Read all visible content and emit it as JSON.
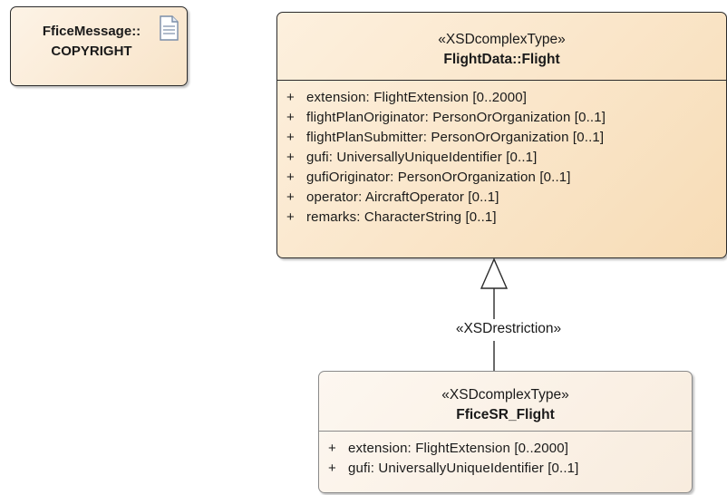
{
  "note": {
    "line1": "FficeMessage::",
    "line2": "COPYRIGHT",
    "icon": "document-note-icon"
  },
  "classes": {
    "flight": {
      "stereotype": "«XSDcomplexType»",
      "name": "FlightData::Flight",
      "attributes": [
        {
          "visibility": "+",
          "text": "extension: FlightExtension [0..2000]"
        },
        {
          "visibility": "+",
          "text": "flightPlanOriginator: PersonOrOrganization [0..1]"
        },
        {
          "visibility": "+",
          "text": "flightPlanSubmitter: PersonOrOrganization [0..1]"
        },
        {
          "visibility": "+",
          "text": "gufi: UniversallyUniqueIdentifier [0..1]"
        },
        {
          "visibility": "+",
          "text": "gufiOriginator: PersonOrOrganization [0..1]"
        },
        {
          "visibility": "+",
          "text": "operator: AircraftOperator [0..1]"
        },
        {
          "visibility": "+",
          "text": "remarks: CharacterString [0..1]"
        }
      ]
    },
    "fficeSR": {
      "stereotype": "«XSDcomplexType»",
      "name": "FficeSR_Flight",
      "attributes": [
        {
          "visibility": "+",
          "text": "extension: FlightExtension [0..2000]"
        },
        {
          "visibility": "+",
          "text": "gufi: UniversallyUniqueIdentifier [0..1]"
        }
      ]
    }
  },
  "connector": {
    "label": "«XSDrestriction»",
    "type": "generalization"
  },
  "colors": {
    "note_fill": "#f8e4c9",
    "main_class_fill": "#f7dcb6",
    "restriction_class_fill": "#f8ecde",
    "border": "#2b2b2b"
  }
}
